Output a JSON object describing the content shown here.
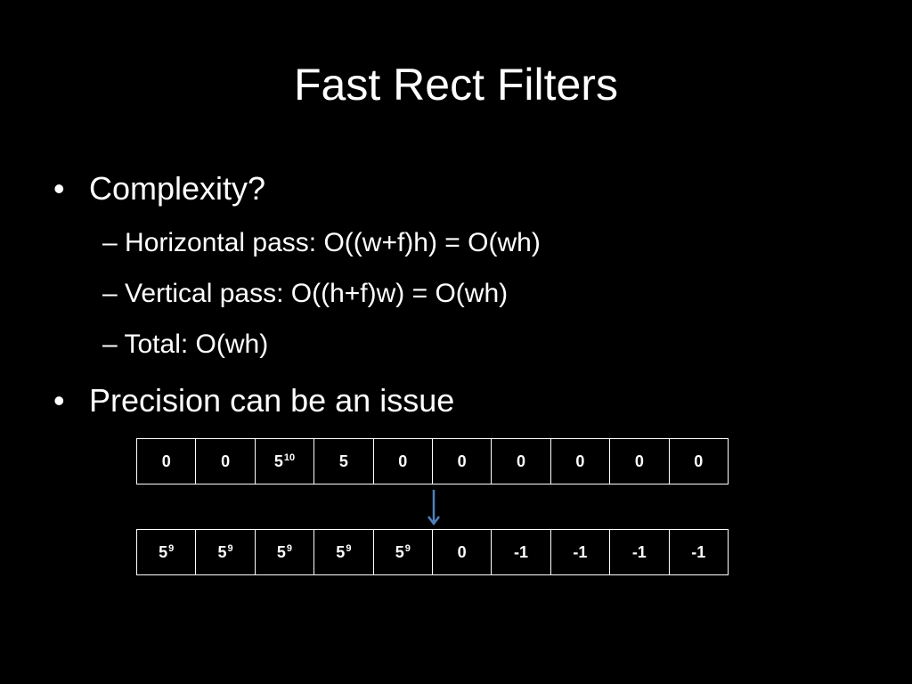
{
  "slide": {
    "title": "Fast Rect Filters",
    "bullets": [
      "Complexity?",
      "Precision can be an issue"
    ],
    "sub_bullets": [
      "Horizontal pass: O((w+f)h) = O(wh)",
      "Vertical pass: O((h+f)w) = O(wh)",
      "Total: O(wh)"
    ],
    "bullet_marker": "•",
    "dash_marker": "–"
  },
  "top_row": [
    {
      "base": "0",
      "exp": ""
    },
    {
      "base": "0",
      "exp": ""
    },
    {
      "base": "5",
      "exp": "10"
    },
    {
      "base": "5",
      "exp": ""
    },
    {
      "base": "0",
      "exp": ""
    },
    {
      "base": "0",
      "exp": ""
    },
    {
      "base": "0",
      "exp": ""
    },
    {
      "base": "0",
      "exp": ""
    },
    {
      "base": "0",
      "exp": ""
    },
    {
      "base": "0",
      "exp": ""
    }
  ],
  "bottom_row": [
    {
      "base": "5",
      "exp": "9"
    },
    {
      "base": "5",
      "exp": "9"
    },
    {
      "base": "5",
      "exp": "9"
    },
    {
      "base": "5",
      "exp": "9"
    },
    {
      "base": "5",
      "exp": "9"
    },
    {
      "base": "0",
      "exp": ""
    },
    {
      "base": "-1",
      "exp": ""
    },
    {
      "base": "-1",
      "exp": ""
    },
    {
      "base": "-1",
      "exp": ""
    },
    {
      "base": "-1",
      "exp": ""
    }
  ],
  "colors": {
    "background": "#000000",
    "text": "#ffffff",
    "arrow": "#4f81bd"
  }
}
